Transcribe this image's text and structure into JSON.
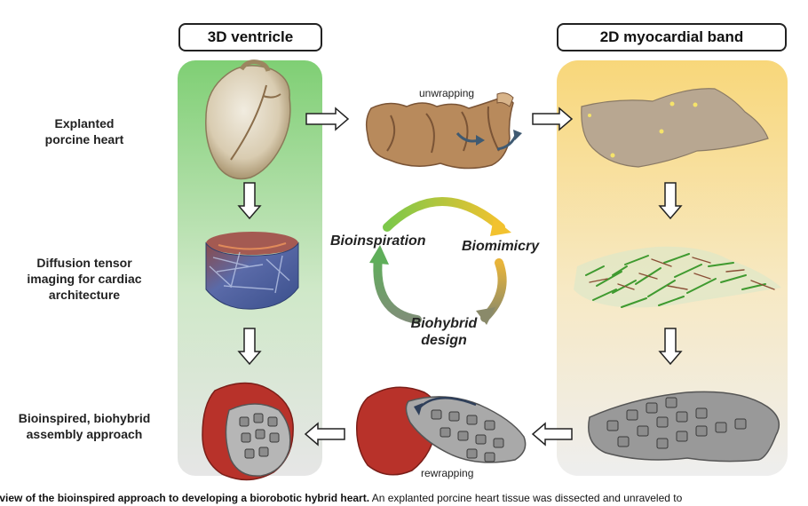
{
  "columns": {
    "left_title": "3D ventricle",
    "right_title": "2D myocardial band"
  },
  "rows": {
    "row1": [
      "Explanted",
      "porcine heart"
    ],
    "row2": [
      "Diffusion tensor",
      "imaging for cardiac",
      "architecture"
    ],
    "row3": [
      "Bioinspired, biohybrid",
      "assembly approach"
    ]
  },
  "steps": {
    "unwrapping": "unwrapping",
    "rewrapping": "rewrapping"
  },
  "cycle": {
    "bioinspiration": "Bioinspiration",
    "biomimicry": "Biomimicry",
    "biohybrid_1": "Biohybrid",
    "biohybrid_2": "design"
  },
  "caption": {
    "bold": "erview of the bioinspired approach to developing a biorobotic hybrid heart.",
    "text": " An explanted porcine heart tissue was dissected and unraveled to"
  },
  "colors": {
    "left_panel_top": "#7fcf74",
    "left_panel_bottom": "#e6e6e6",
    "right_panel_top": "#f8d77a",
    "right_panel_bottom": "#eeeeee",
    "tissue": "#b88a5c",
    "muscle_red": "#b8322a",
    "gray_band": "#8c8c8c",
    "fiber_green": "#3f9a2f"
  }
}
